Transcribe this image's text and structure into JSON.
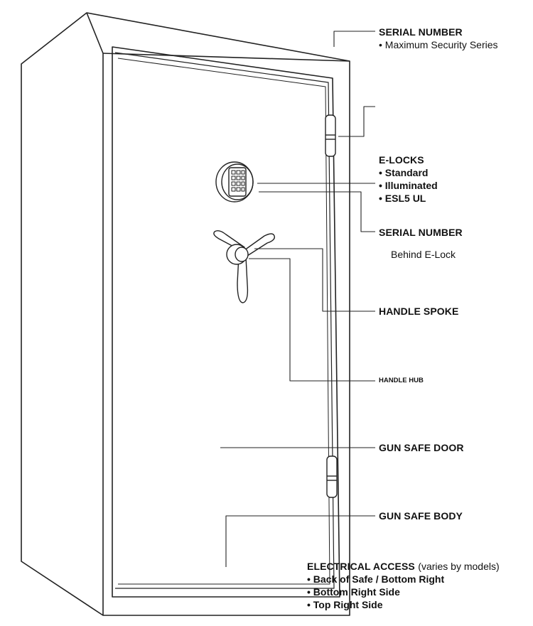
{
  "serial_top": {
    "title": "SERIAL NUMBER",
    "items": [
      "Maximum Security Series"
    ]
  },
  "elocks": {
    "title": "E-LOCKS",
    "items": [
      "Standard",
      "Illuminated",
      "ESL5 UL"
    ]
  },
  "serial_mid": {
    "title": "SERIAL NUMBER",
    "note": "Behind E-Lock"
  },
  "handle_spoke": {
    "title": "HANDLE SPOKE"
  },
  "handle_hub": {
    "title": "HANDLE HUB"
  },
  "gun_safe_door": {
    "title": "GUN SAFE DOOR"
  },
  "gun_safe_body": {
    "title": "GUN SAFE BODY"
  },
  "electrical": {
    "title": "ELECTRICAL ACCESS",
    "qualifier": "(varies by models)",
    "items": [
      "Back of Safe / Bottom Right",
      "Bottom Right Side",
      "Top Right Side"
    ]
  },
  "colors": {
    "line": "#222222",
    "background": "#ffffff"
  }
}
